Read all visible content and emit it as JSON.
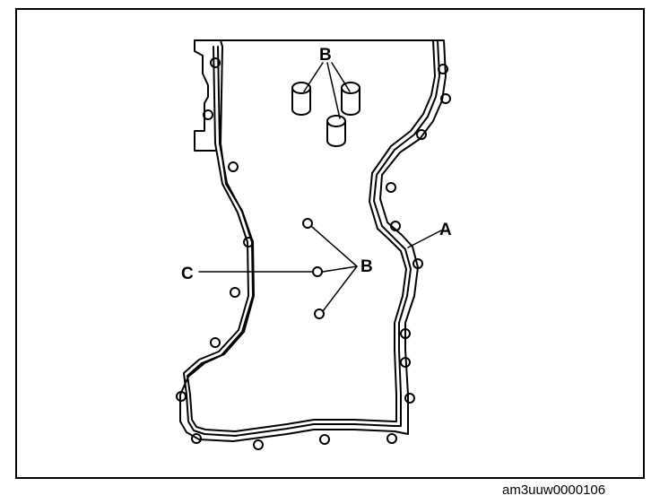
{
  "callouts": {
    "top_b": "B",
    "side_a": "A",
    "center_b": "B",
    "left_c": "C"
  },
  "figure_id": "am3uuw0000106",
  "colors": {
    "line": "#000000",
    "background": "#ffffff"
  }
}
